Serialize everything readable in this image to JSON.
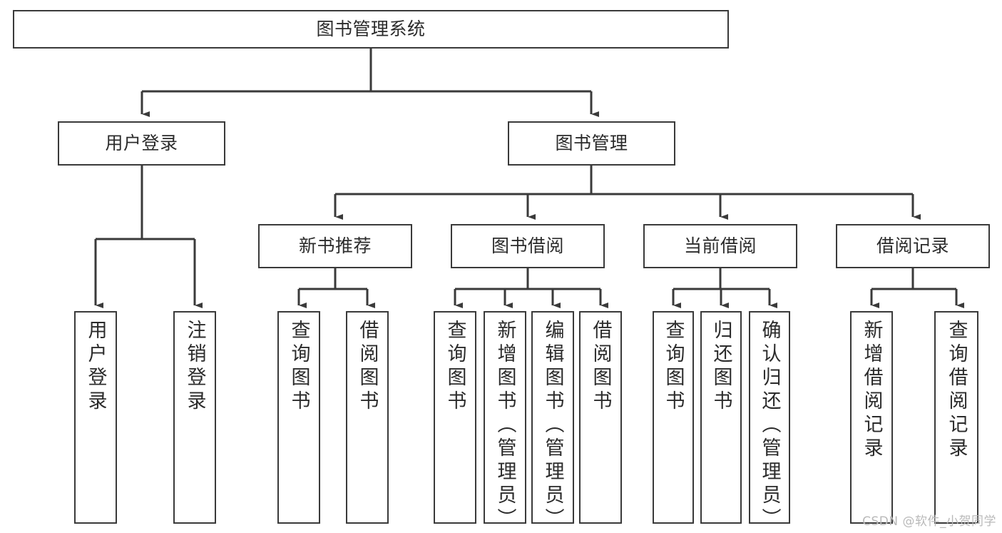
{
  "diagram": {
    "title": "图书管理系统",
    "type": "tree",
    "watermark": "CSDN @软件_小贺同学",
    "line_color": "#3a3a3a",
    "box_fill": "#ffffff",
    "text_color": "#2b2b2b",
    "nodes": {
      "root": {
        "label": "图书管理系统"
      },
      "level2": [
        {
          "id": "user-login",
          "label": "用户登录"
        },
        {
          "id": "book-manage",
          "label": "图书管理"
        }
      ],
      "level3": [
        {
          "id": "new-book-recommend",
          "label": "新书推荐"
        },
        {
          "id": "book-borrow",
          "label": "图书借阅"
        },
        {
          "id": "current-borrow",
          "label": "当前借阅"
        },
        {
          "id": "borrow-record",
          "label": "借阅记录"
        }
      ],
      "leaves": [
        {
          "id": "leaf-user-login",
          "label": "用户登录",
          "parent": "user-login"
        },
        {
          "id": "leaf-logout-login",
          "label": "注销登录",
          "parent": "user-login"
        },
        {
          "id": "leaf-query-book-1",
          "label": "查询图书",
          "parent": "new-book-recommend"
        },
        {
          "id": "leaf-borrow-book-1",
          "label": "借阅图书",
          "parent": "new-book-recommend"
        },
        {
          "id": "leaf-query-book-2",
          "label": "查询图书",
          "parent": "book-borrow"
        },
        {
          "id": "leaf-add-book",
          "label": "新增图书（管理员）",
          "parent": "book-borrow"
        },
        {
          "id": "leaf-edit-book",
          "label": "编辑图书（管理员）",
          "parent": "book-borrow"
        },
        {
          "id": "leaf-borrow-book-2",
          "label": "借阅图书",
          "parent": "book-borrow"
        },
        {
          "id": "leaf-query-book-3",
          "label": "查询图书",
          "parent": "current-borrow"
        },
        {
          "id": "leaf-return-book",
          "label": "归还图书",
          "parent": "current-borrow"
        },
        {
          "id": "leaf-confirm-return",
          "label": "确认归还（管理员）",
          "parent": "current-borrow"
        },
        {
          "id": "leaf-add-record",
          "label": "新增借阅记录",
          "parent": "borrow-record"
        },
        {
          "id": "leaf-query-record",
          "label": "查询借阅记录",
          "parent": "borrow-record"
        }
      ]
    }
  }
}
